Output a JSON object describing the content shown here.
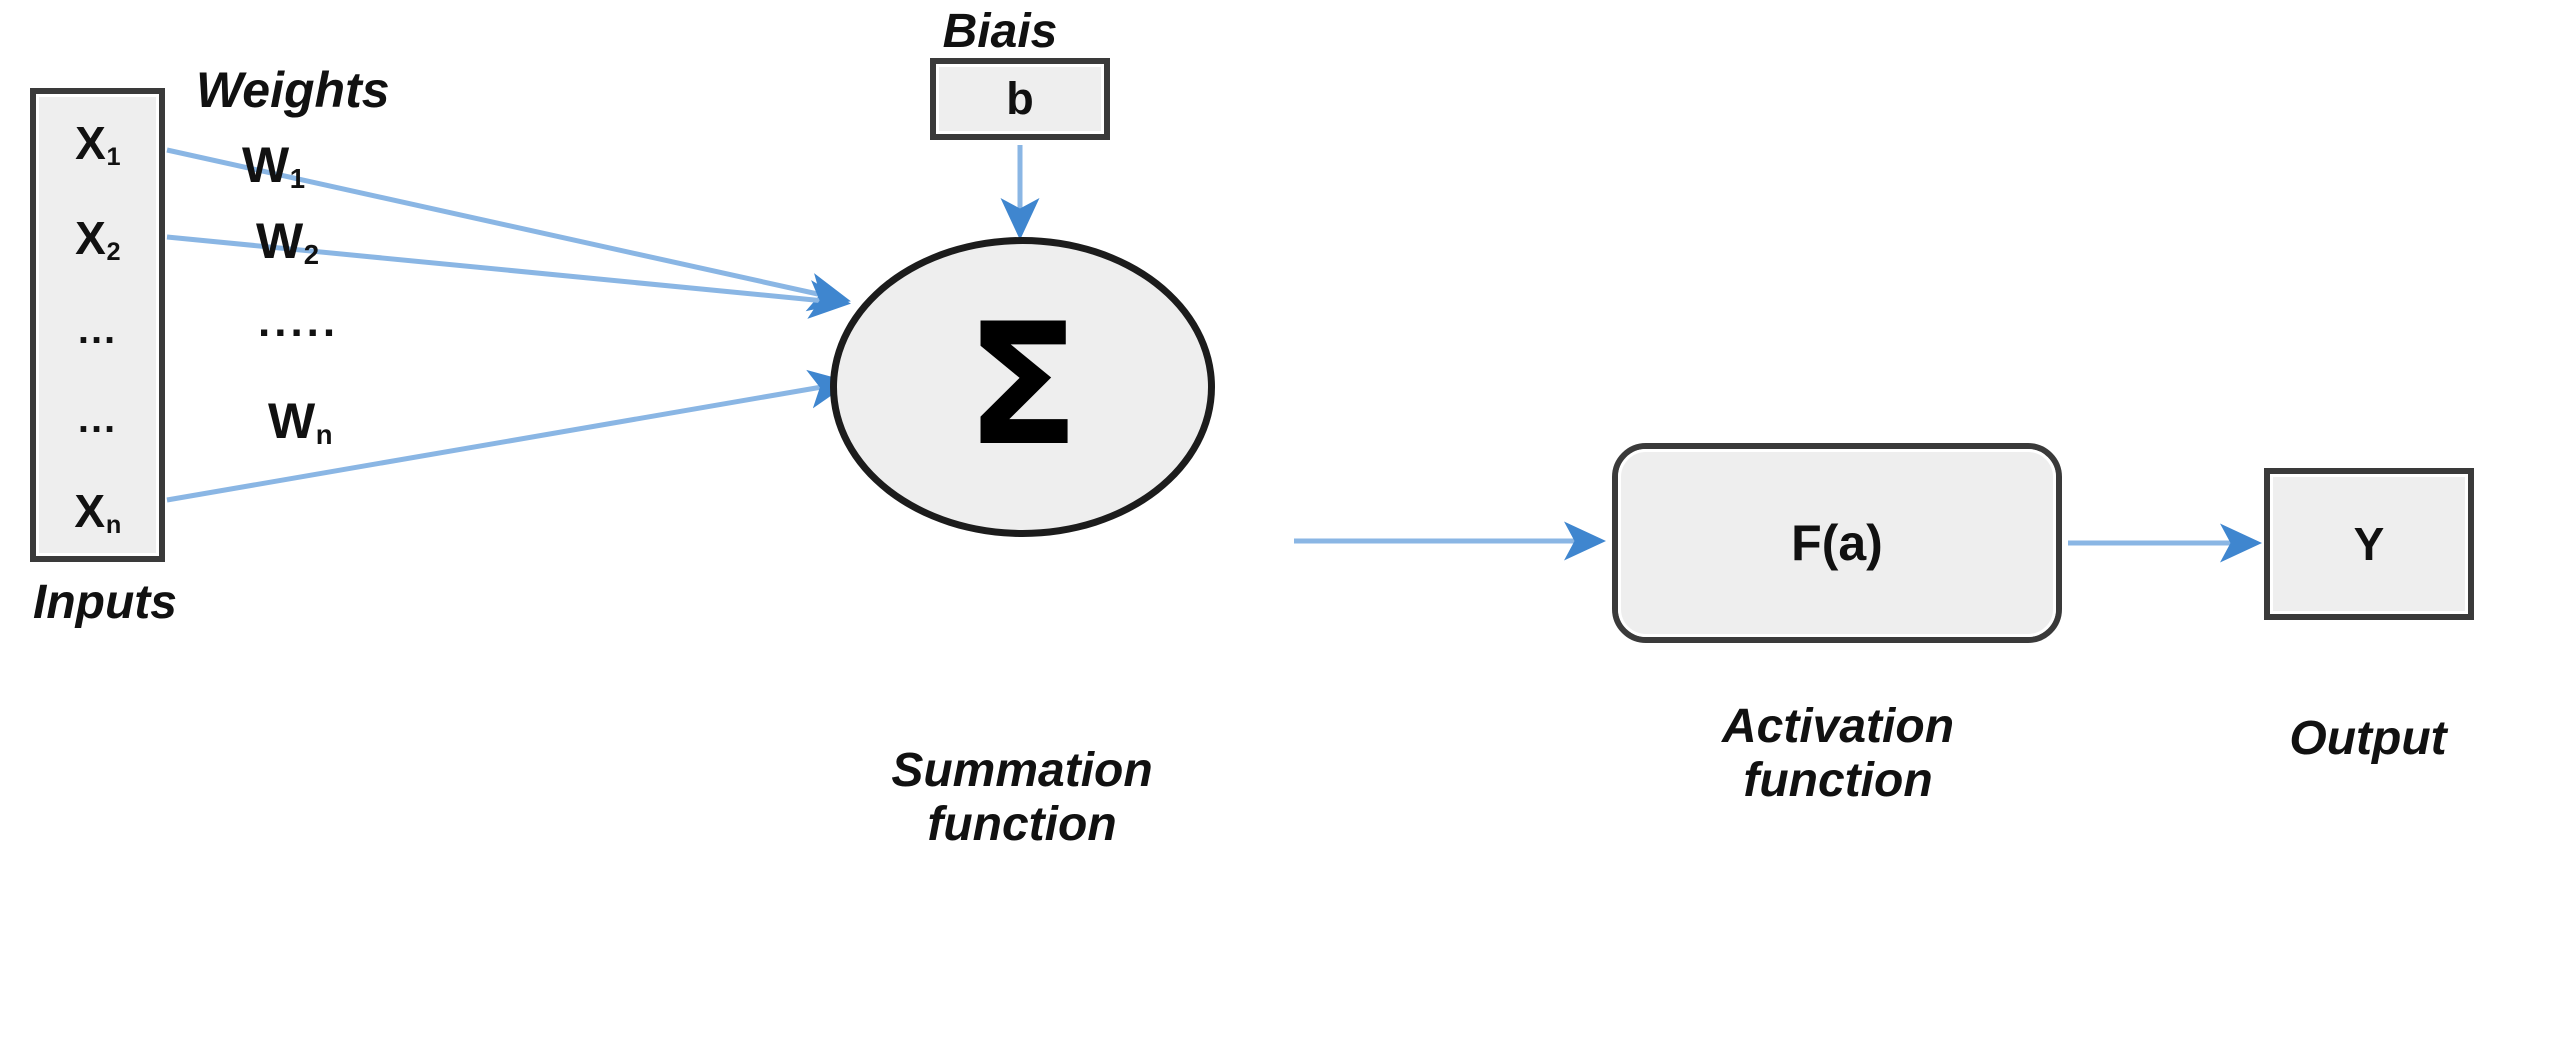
{
  "diagram": {
    "title_semantics": "artificial neuron / perceptron schematic",
    "accent_color": "#4a90d9",
    "node_fill": "#eeeeee",
    "node_stroke": "#3a3a3a"
  },
  "inputs": {
    "caption": "Inputs",
    "cells": [
      {
        "base": "X",
        "sub": "1",
        "text": "X1"
      },
      {
        "base": "X",
        "sub": "2",
        "text": "X2"
      },
      {
        "base": "…",
        "sub": "",
        "text": "..."
      },
      {
        "base": "…",
        "sub": "",
        "text": "..."
      },
      {
        "base": "X",
        "sub": "n",
        "text": "Xn"
      }
    ]
  },
  "weights": {
    "caption": "Weights",
    "items": [
      {
        "base": "W",
        "sub": "1"
      },
      {
        "base": "W",
        "sub": "2"
      },
      {
        "base": ".....",
        "sub": ""
      },
      {
        "base": "W",
        "sub": "n"
      }
    ]
  },
  "bias": {
    "caption": "Biais",
    "value": "b"
  },
  "summation": {
    "symbol": "Σ",
    "caption": "Summation\nfunction"
  },
  "activation": {
    "value": "F(a)",
    "caption": "Activation\nfunction"
  },
  "output": {
    "value": "Y",
    "caption": "Output"
  }
}
